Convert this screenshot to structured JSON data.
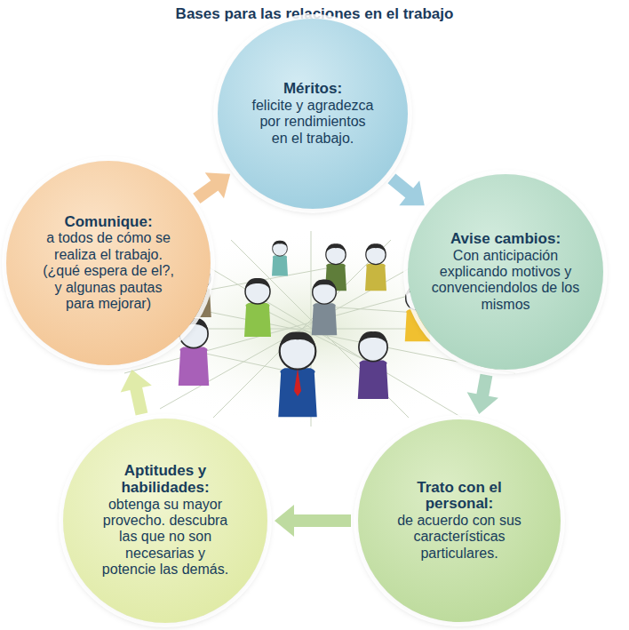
{
  "diagram": {
    "title": "Bases para las relaciones en el trabajo",
    "nodes": [
      {
        "text": [
          "Méritos:",
          "felicite y agradezca por rendimientos en el trabajo."
        ]
      },
      {
        "text": [
          "Avise cambios:",
          "Con anticipación explicando motivos y convenciendolos de los mismos"
        ]
      },
      {
        "text": [
          "Trato con el personal:",
          "de acuerdo con sus características particulares."
        ]
      },
      {
        "text": [
          "Aptitudes y habilidades:",
          "obtenga su mayor provecho. descubra las que no son necesarias y potencie las demás."
        ]
      },
      {
        "text": [
          "Comunique:",
          "a todos de cómo se realiza el trabajo. (¿qué espera de el?, y algunas pautas para mejorar)"
        ]
      }
    ],
    "edges": [
      {
        "from": 4,
        "to": 0,
        "arrow": "to"
      },
      {
        "from": 0,
        "to": 1,
        "arrow": "to"
      },
      {
        "from": 1,
        "to": 2,
        "arrow": "to"
      },
      {
        "from": 2,
        "to": 3,
        "arrow": "to"
      },
      {
        "from": 3,
        "to": 4,
        "arrow": "to"
      }
    ]
  }
}
